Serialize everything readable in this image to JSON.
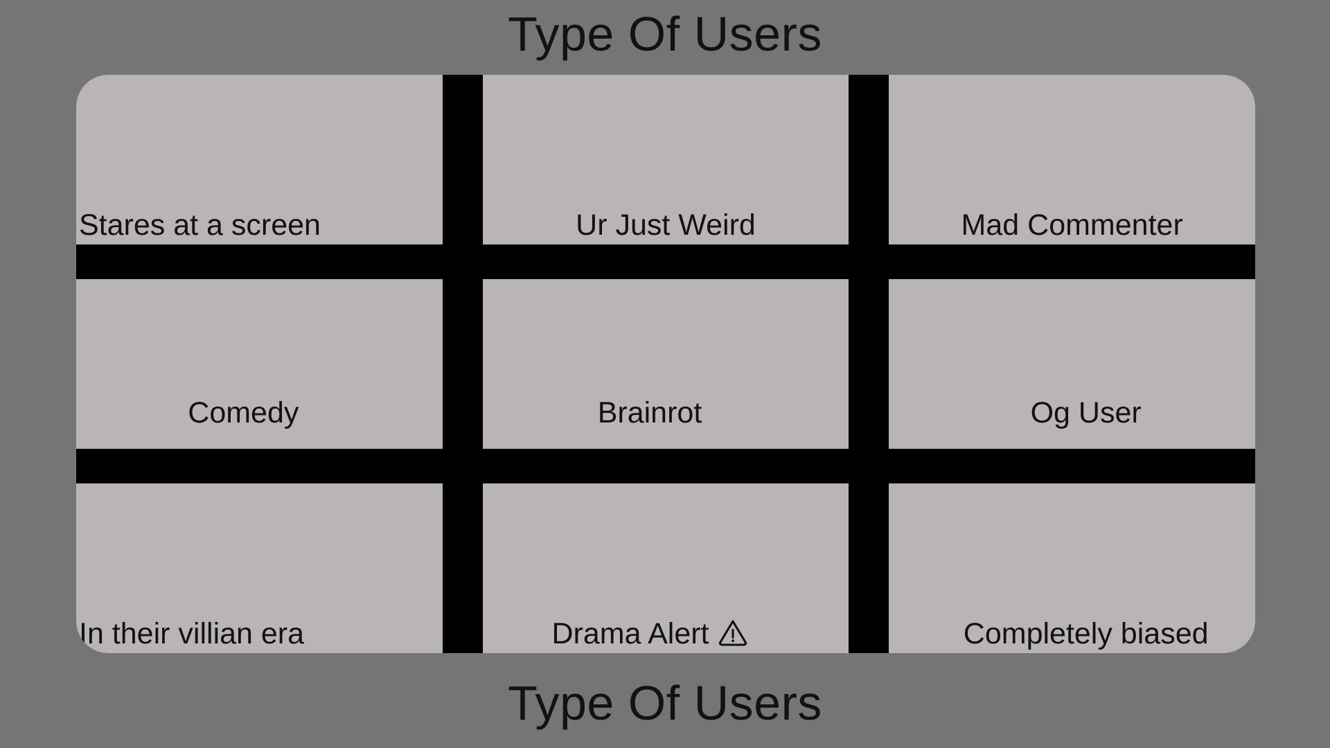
{
  "background_color": "#757575",
  "card_color": "#bab5b5",
  "divider_color": "#000000",
  "text_color": "#121212",
  "header": {
    "title_top": "Type Of Users",
    "title_bottom": "Type Of Users"
  },
  "grid": {
    "rows": 3,
    "columns": 3,
    "cells": [
      {
        "label": "Stares at a screen",
        "align": "left",
        "vpos": "low",
        "icon": null
      },
      {
        "label": "Ur Just Weird",
        "align": "center",
        "vpos": "low",
        "icon": null
      },
      {
        "label": "Mad Commenter",
        "align": "center",
        "vpos": "low",
        "icon": null
      },
      {
        "label": "Comedy",
        "align": "center",
        "vpos": "high",
        "icon": null
      },
      {
        "label": "Brainrot",
        "align": "center",
        "vpos": "high",
        "icon": null
      },
      {
        "label": "Og User",
        "align": "center",
        "vpos": "high",
        "icon": null
      },
      {
        "label": "In their villian era",
        "align": "left",
        "vpos": "low",
        "icon": null
      },
      {
        "label": "Drama Alert",
        "align": "center",
        "vpos": "low",
        "icon": "warning-triangle-icon"
      },
      {
        "label": "Completely biased",
        "align": "center",
        "vpos": "low",
        "icon": null
      }
    ]
  }
}
